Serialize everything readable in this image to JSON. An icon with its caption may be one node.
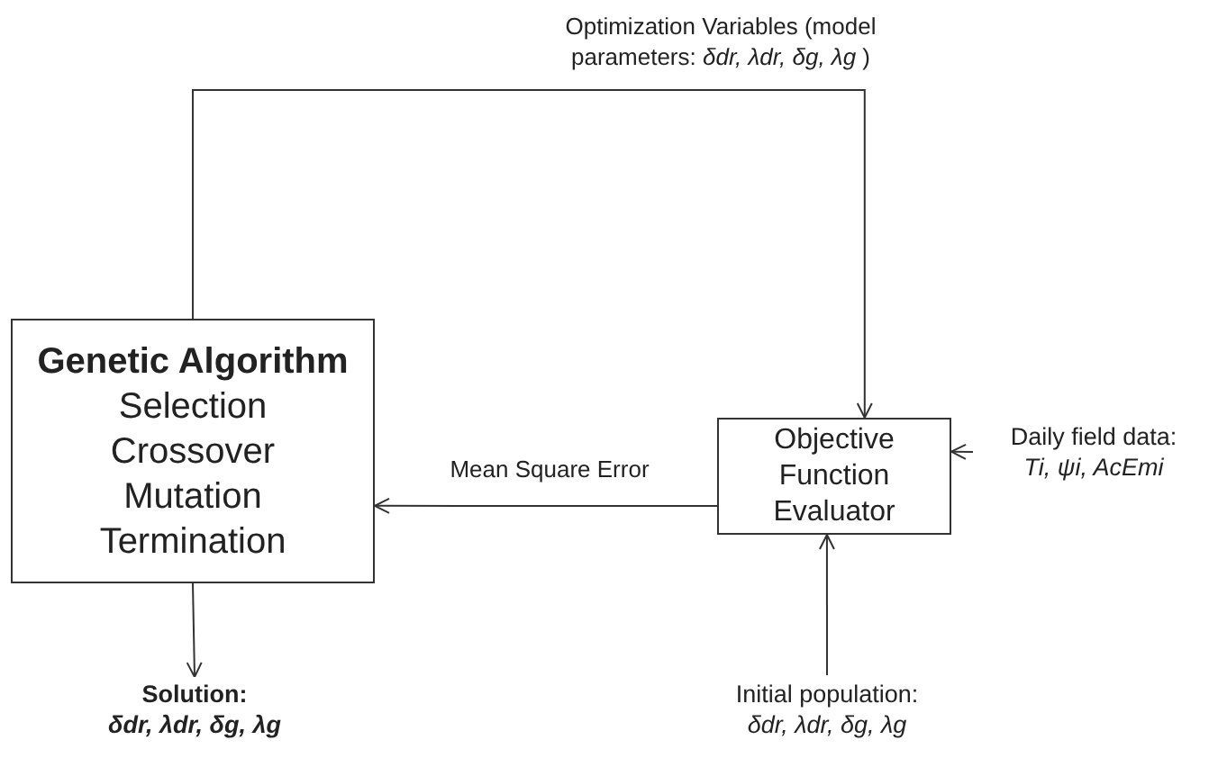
{
  "diagram": {
    "nodes": [
      {
        "text": [
          "Genetic Algorithm",
          "Selection Crossover Mutation Termination"
        ]
      },
      {
        "text": [
          "Objective Function Evaluator"
        ]
      },
      {
        "text": [
          "Solution:",
          "δdr, λdr, δg, λg"
        ]
      },
      {
        "text": [
          "Daily field data:",
          "Ti, ψi, AcEmi"
        ]
      },
      {
        "text": [
          "Initial population:",
          "δdr, λdr, δg, λg"
        ]
      }
    ],
    "edges": [
      {
        "from": 0,
        "to": 1,
        "arrow": "to",
        "label": "Optimization Variables (model parameters: *δdr, λdr, δg, λg* )"
      },
      {
        "from": 1,
        "to": 0,
        "arrow": "to",
        "label": "Mean Square Error"
      },
      {
        "from": 3,
        "to": 1,
        "arrow": "to"
      },
      {
        "from": 4,
        "to": 1,
        "arrow": "to"
      },
      {
        "from": 0,
        "to": 2,
        "arrow": "to"
      }
    ]
  }
}
